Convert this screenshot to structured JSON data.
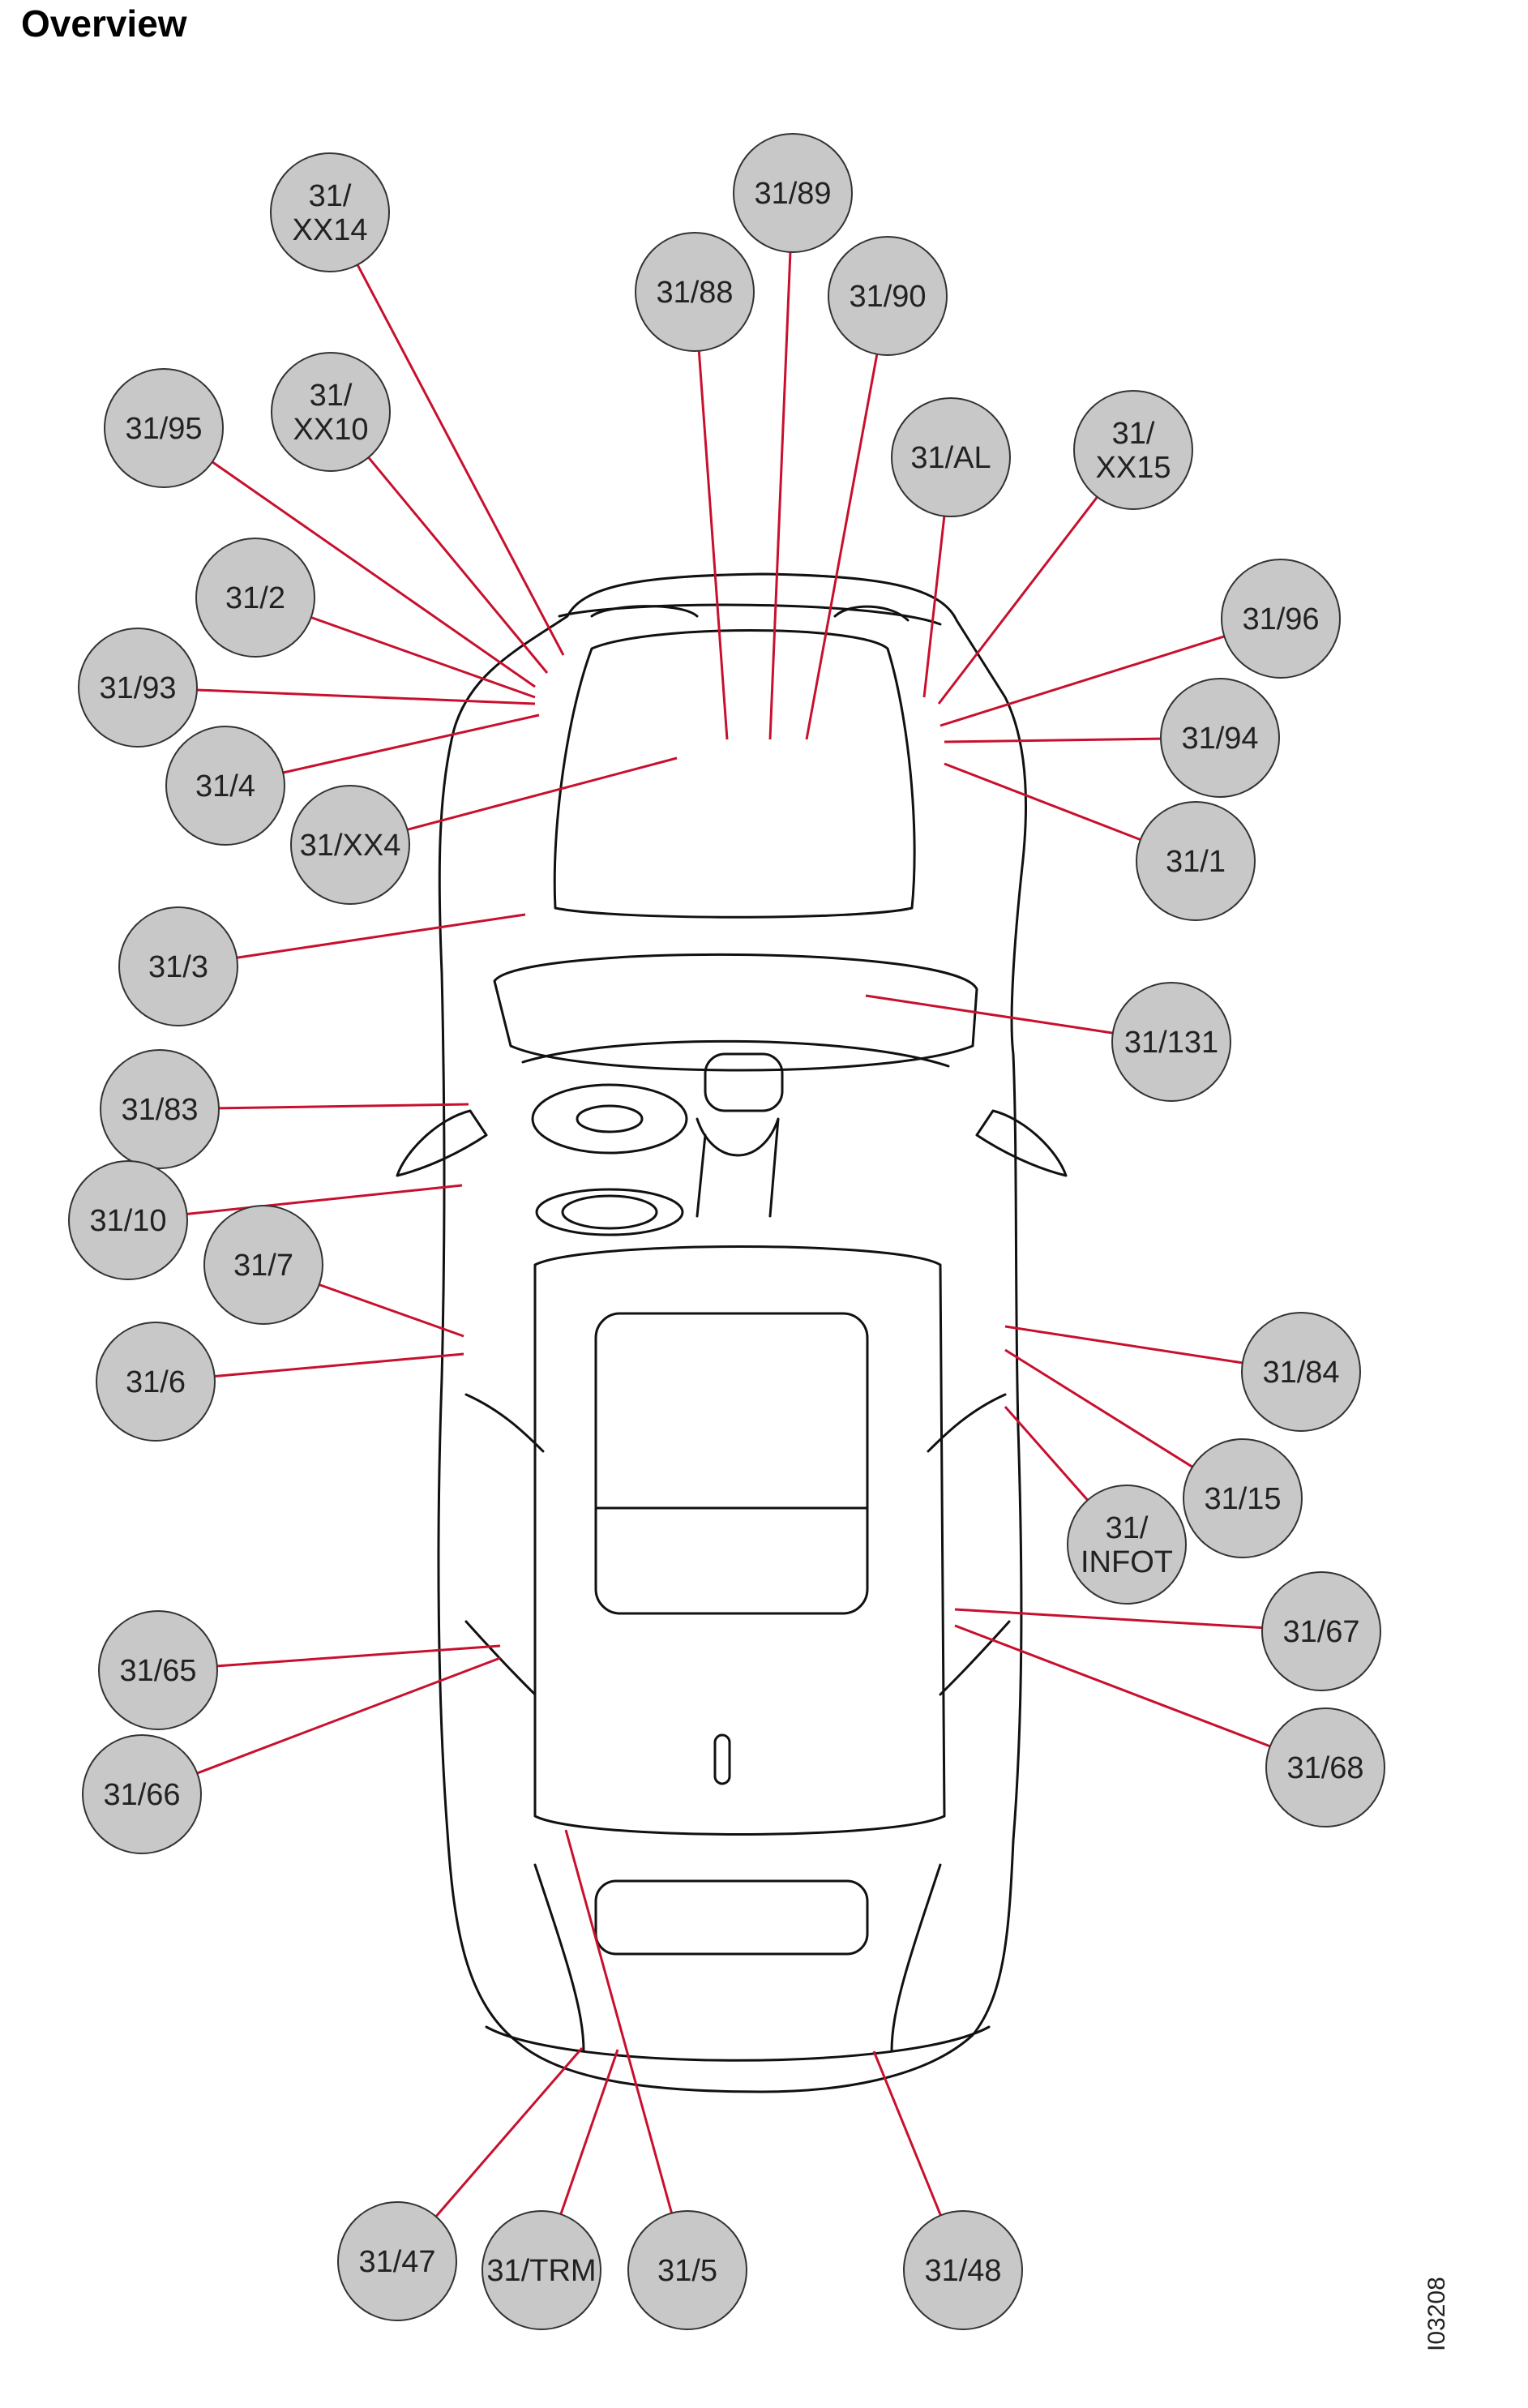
{
  "title": "Overview",
  "figure_id": "I03208",
  "colors": {
    "leader_line": "#c8102e",
    "callout_fill": "#c8c8c8",
    "callout_stroke": "#333333",
    "car_outline": "#111111"
  },
  "callouts": [
    {
      "id": "31-xx14",
      "lines": [
        "31/",
        "XX14"
      ]
    },
    {
      "id": "31-89",
      "lines": [
        "31/89"
      ]
    },
    {
      "id": "31-88",
      "lines": [
        "31/88"
      ]
    },
    {
      "id": "31-90",
      "lines": [
        "31/90"
      ]
    },
    {
      "id": "31-95",
      "lines": [
        "31/95"
      ]
    },
    {
      "id": "31-xx10",
      "lines": [
        "31/",
        "XX10"
      ]
    },
    {
      "id": "31-al",
      "lines": [
        "31/AL"
      ]
    },
    {
      "id": "31-xx15",
      "lines": [
        "31/",
        "XX15"
      ]
    },
    {
      "id": "31-2",
      "lines": [
        "31/2"
      ]
    },
    {
      "id": "31-96",
      "lines": [
        "31/96"
      ]
    },
    {
      "id": "31-93",
      "lines": [
        "31/93"
      ]
    },
    {
      "id": "31-94",
      "lines": [
        "31/94"
      ]
    },
    {
      "id": "31-4",
      "lines": [
        "31/4"
      ]
    },
    {
      "id": "31-xx4",
      "lines": [
        "31/XX4"
      ]
    },
    {
      "id": "31-1",
      "lines": [
        "31/1"
      ]
    },
    {
      "id": "31-3",
      "lines": [
        "31/3"
      ]
    },
    {
      "id": "31-131",
      "lines": [
        "31/131"
      ]
    },
    {
      "id": "31-83",
      "lines": [
        "31/83"
      ]
    },
    {
      "id": "31-10",
      "lines": [
        "31/10"
      ]
    },
    {
      "id": "31-7",
      "lines": [
        "31/7"
      ]
    },
    {
      "id": "31-6",
      "lines": [
        "31/6"
      ]
    },
    {
      "id": "31-84",
      "lines": [
        "31/84"
      ]
    },
    {
      "id": "31-15",
      "lines": [
        "31/15"
      ]
    },
    {
      "id": "31-infot",
      "lines": [
        "31/",
        "INFOT"
      ]
    },
    {
      "id": "31-67",
      "lines": [
        "31/67"
      ]
    },
    {
      "id": "31-65",
      "lines": [
        "31/65"
      ]
    },
    {
      "id": "31-68",
      "lines": [
        "31/68"
      ]
    },
    {
      "id": "31-66",
      "lines": [
        "31/66"
      ]
    },
    {
      "id": "31-47",
      "lines": [
        "31/47"
      ]
    },
    {
      "id": "31-trm",
      "lines": [
        "31/TRM"
      ]
    },
    {
      "id": "31-5",
      "lines": [
        "31/5"
      ]
    },
    {
      "id": "31-48",
      "lines": [
        "31/48"
      ]
    }
  ]
}
